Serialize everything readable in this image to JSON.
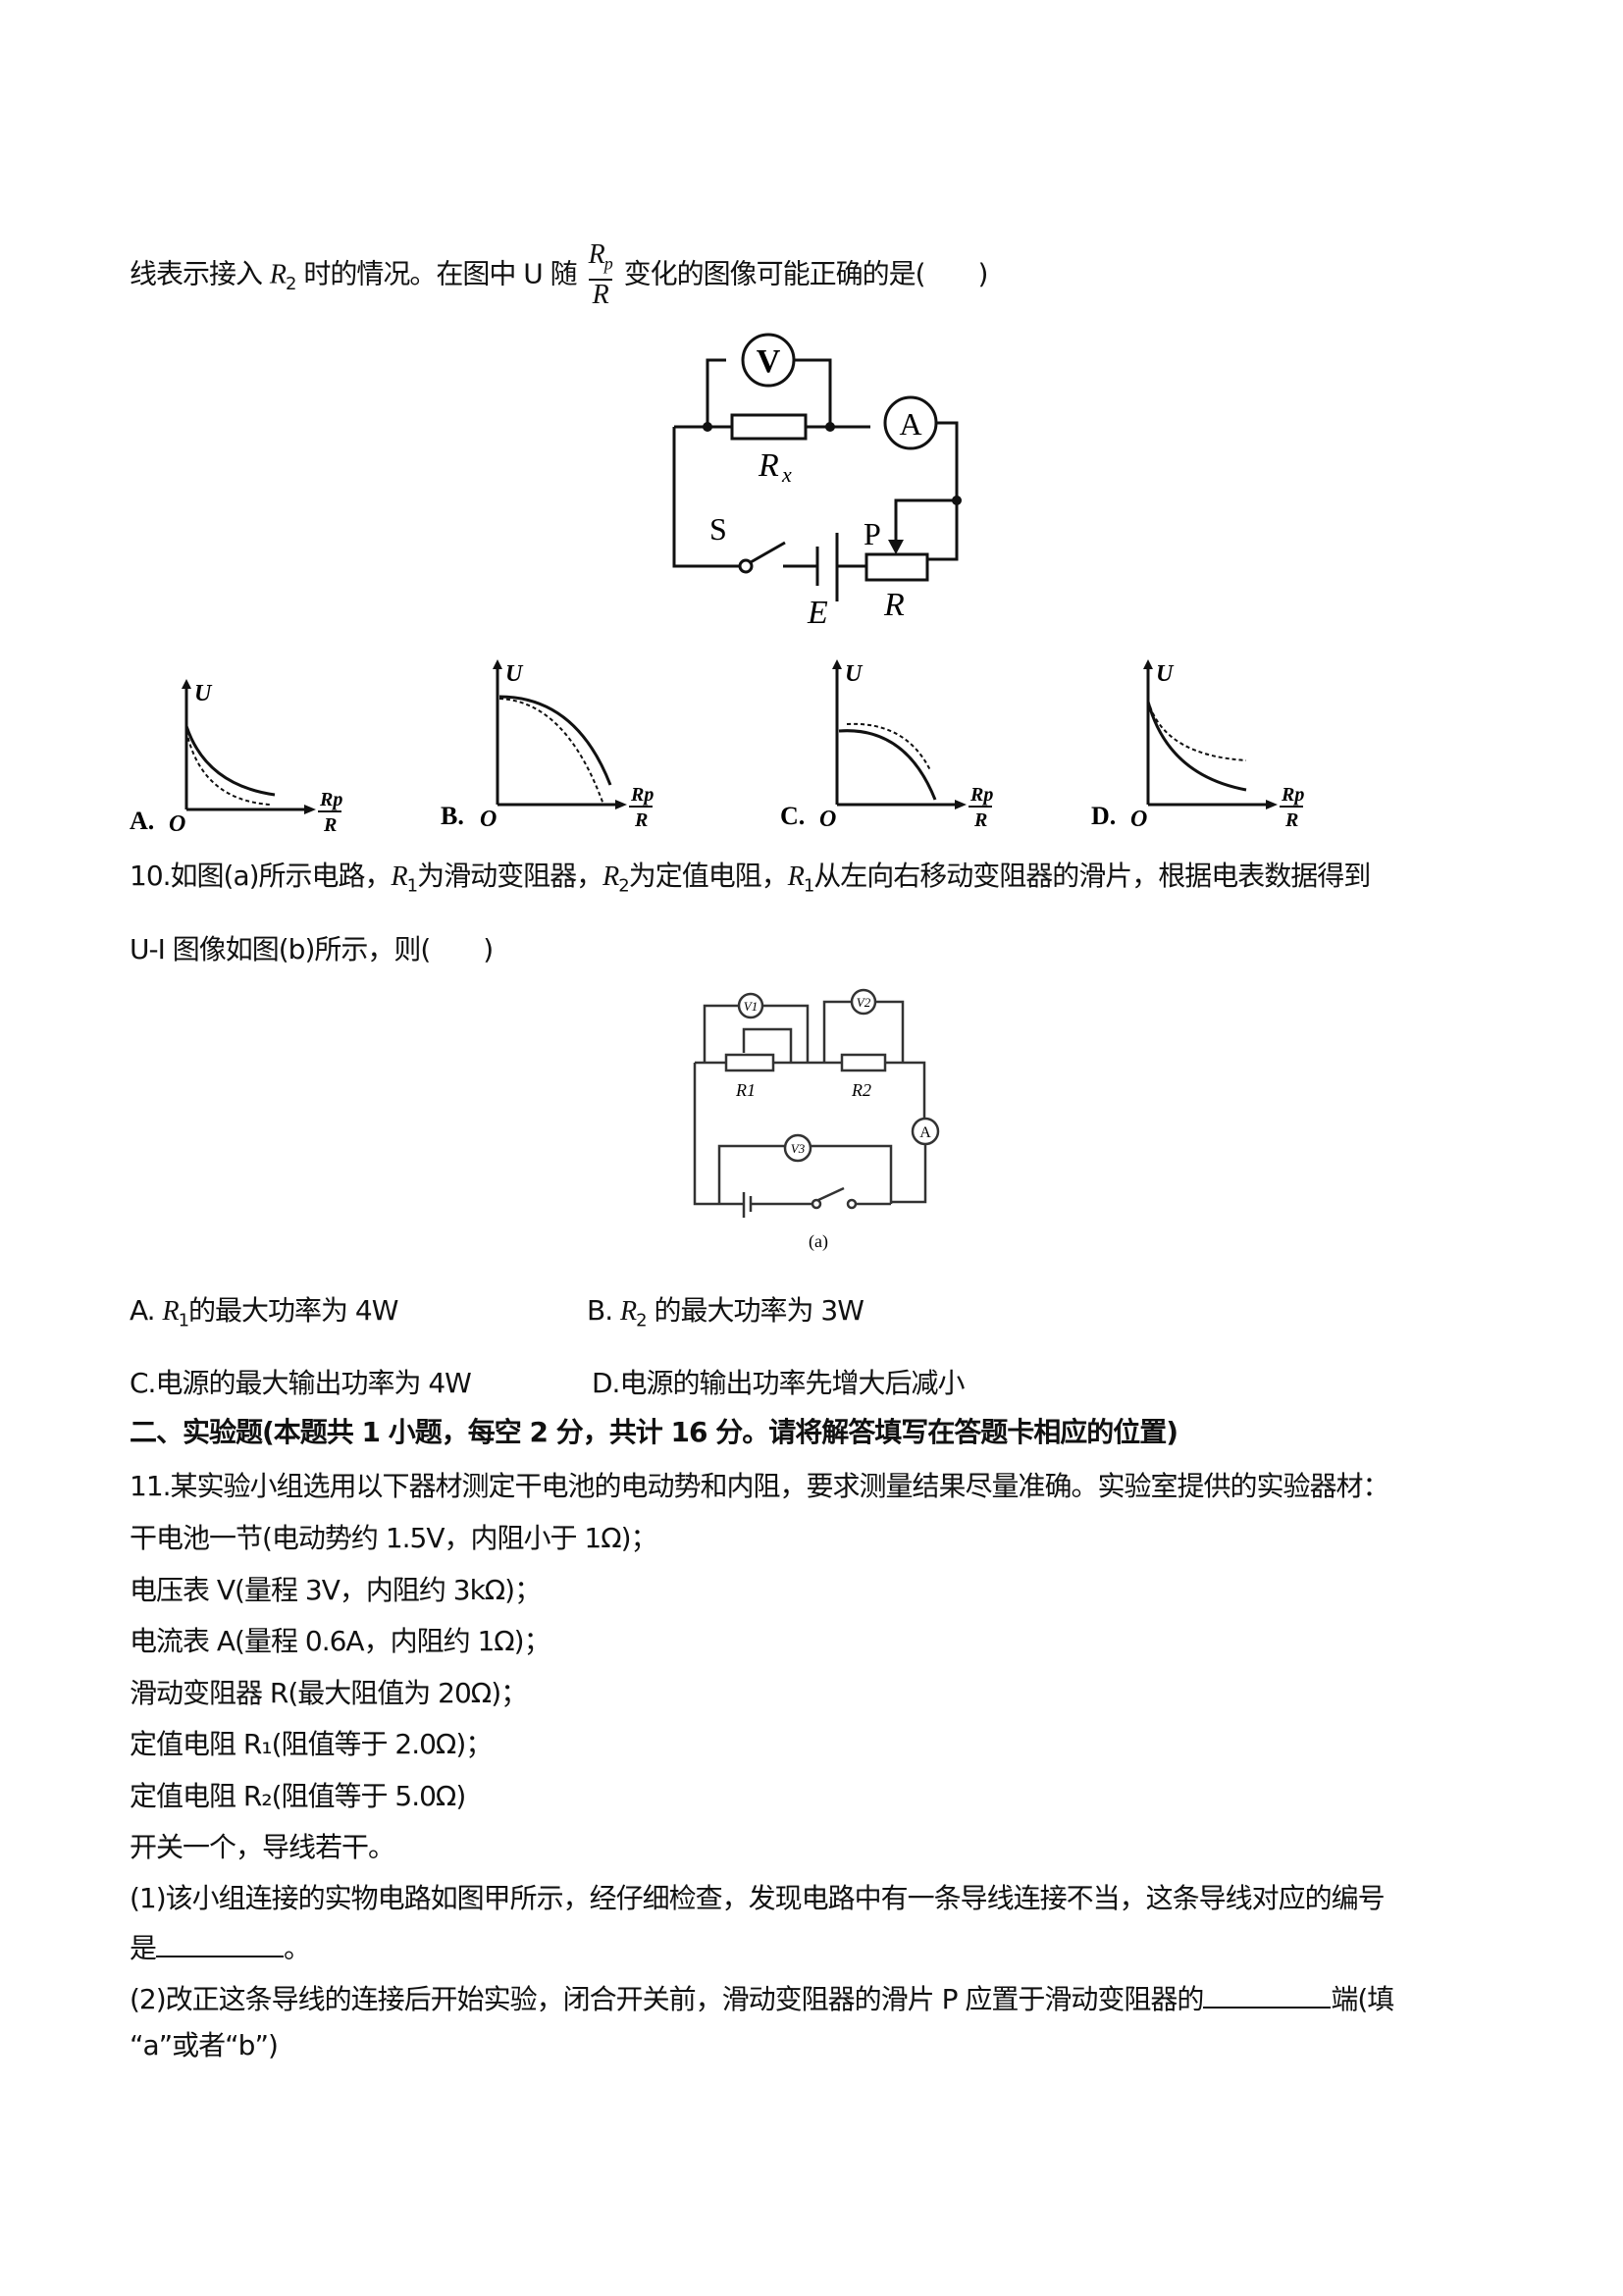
{
  "q9": {
    "line_pre": "线表示接入",
    "r2": "R",
    "r2_sub": "2",
    "line_mid": "时的情况。在图中 U 随",
    "frac_num": "R",
    "frac_num_sub": "p",
    "frac_den": "R",
    "line_post": "变化的图像可能正确的是(　　)",
    "circuit": {
      "voltmeter": "V",
      "ammeter": "A",
      "rx": "R",
      "rx_sub": "x",
      "switch": "S",
      "battery": "E",
      "slider": "P",
      "rheostat": "R"
    },
    "graphs": [
      {
        "option": "A.",
        "y_label": "U",
        "origin": "O",
        "x_num": "Rp",
        "x_den": "R"
      },
      {
        "option": "B.",
        "y_label": "U",
        "origin": "O",
        "x_num": "Rp",
        "x_den": "R"
      },
      {
        "option": "C.",
        "y_label": "U",
        "origin": "O",
        "x_num": "Rp",
        "x_den": "R"
      },
      {
        "option": "D.",
        "y_label": "U",
        "origin": "O",
        "x_num": "Rp",
        "x_den": "R"
      }
    ]
  },
  "q10": {
    "p1": "10.如图(a)所示电路，",
    "r1": "R",
    "p2": "为滑动变阻器，",
    "p3": "为定值电阻，",
    "p4": "从左向右移动变阻器的滑片，根据电表数据得到",
    "line2": "U-I 图像如图(b)所示，则(　　)",
    "circuit": {
      "v1": "V1",
      "v2": "V2",
      "v3": "V3",
      "r1": "R1",
      "r2": "R2",
      "ammeter": "A",
      "caption": "(a)"
    },
    "options": {
      "a_pre": "A.",
      "a_post": "的最大功率为 4W",
      "b_pre": "B.",
      "b_post": "的最大功率为 3W",
      "c": "C.电源的最大输出功率为 4W",
      "d": "D.电源的输出功率先增大后减小"
    }
  },
  "section2": "二、实验题(本题共 1 小题，每空 2 分，共计 16 分。请将解答填写在答题卡相应的位置)",
  "q11": {
    "intro": "11.某实验小组选用以下器材测定干电池的电动势和内阻，要求测量结果尽量准确。实验室提供的实验器材：",
    "items": [
      "干电池一节(电动势约 1.5V，内阻小于 1Ω)；",
      "电压表 V(量程 3V，内阻约 3kΩ)；",
      "电流表 A(量程 0.6A，内阻约 1Ω)；",
      "滑动变阻器 R(最大阻值为 20Ω)；",
      "定值电阻 R₁(阻值等于 2.0Ω)；",
      "定值电阻 R₂(阻值等于 5.0Ω)",
      "开关一个，导线若干。"
    ],
    "s1_line1": "(1)该小组连接的实物电路如图甲所示，经仔细检查，发现电路中有一条导线连接不当，这条导线对应的编号",
    "s1_line2_pre": "是",
    "s1_line2_post": "。",
    "s2_line1_pre": "(2)改正这条导线的连接后开始实验，闭合开关前，滑动变阻器的滑片 P 应置于滑动变阻器的",
    "s2_line1_post": "端(填",
    "s2_line2": "“a”或者“b”)"
  }
}
